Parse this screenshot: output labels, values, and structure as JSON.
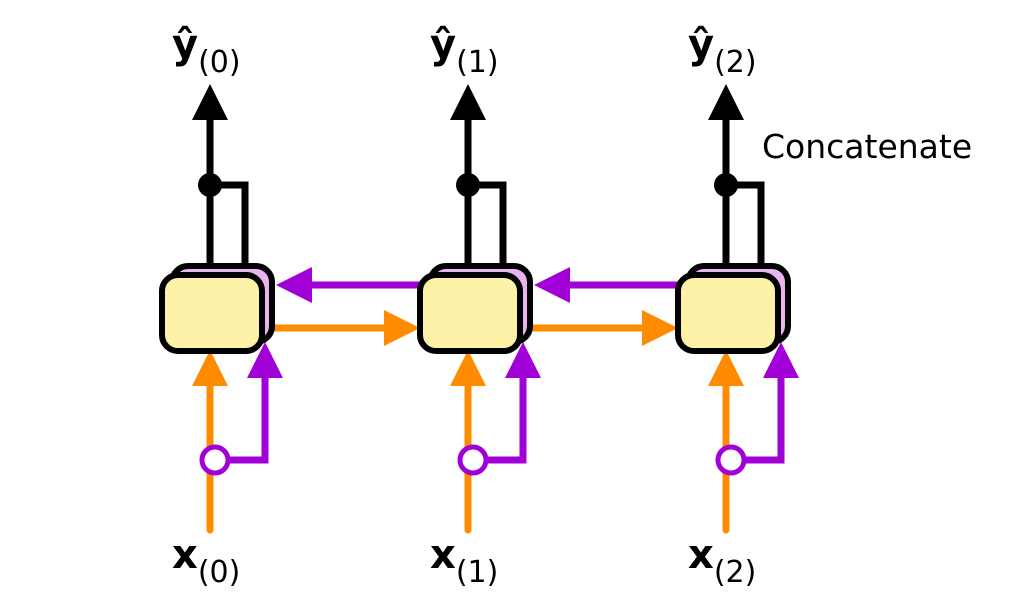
{
  "diagram": {
    "type": "bidirectional-rnn",
    "annotation": "Concatenate",
    "colors": {
      "forward": "#ff8c00",
      "backward": "#a100d6",
      "cell_front": "#fdf2a8",
      "cell_back": "#e9b4f0",
      "output": "#000000"
    },
    "time_steps": [
      {
        "input": {
          "base": "x",
          "sub": "(0)"
        },
        "output": {
          "base": "ŷ",
          "sub": "(0)"
        }
      },
      {
        "input": {
          "base": "x",
          "sub": "(1)"
        },
        "output": {
          "base": "ŷ",
          "sub": "(1)"
        }
      },
      {
        "input": {
          "base": "x",
          "sub": "(2)"
        },
        "output": {
          "base": "ŷ",
          "sub": "(2)"
        }
      }
    ]
  }
}
